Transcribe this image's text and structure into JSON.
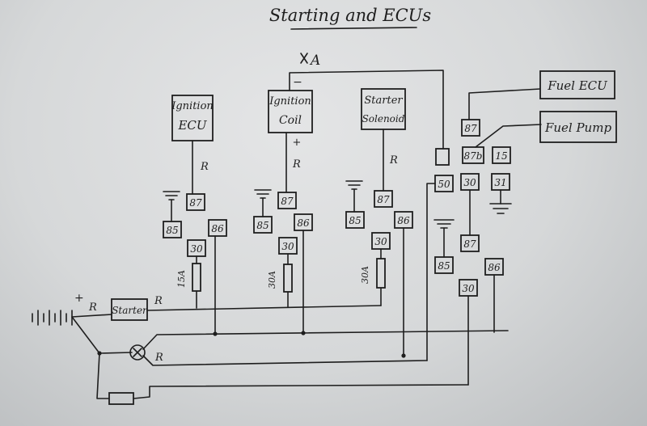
{
  "title": "Starting and ECUs",
  "labels": {
    "ground_a": "A",
    "minus": "−",
    "plus": "+",
    "battery_plus": "+",
    "r": "R"
  },
  "components": {
    "ignition_ecu": [
      "Ignition",
      "ECU"
    ],
    "ignition_coil": [
      "Ignition",
      "Coil"
    ],
    "starter_solenoid": [
      "Starter",
      "Solenoid"
    ],
    "fuel_ecu": "Fuel ECU",
    "fuel_pump": "Fuel Pump",
    "starter": "Starter"
  },
  "relay_pins": {
    "p87": "87",
    "p85": "85",
    "p86": "86",
    "p30": "30",
    "p50": "50",
    "p87b": "87b",
    "p15": "15",
    "p31": "31"
  },
  "fuses": {
    "f1": "15A",
    "f2": "30A",
    "f3": "30A"
  }
}
